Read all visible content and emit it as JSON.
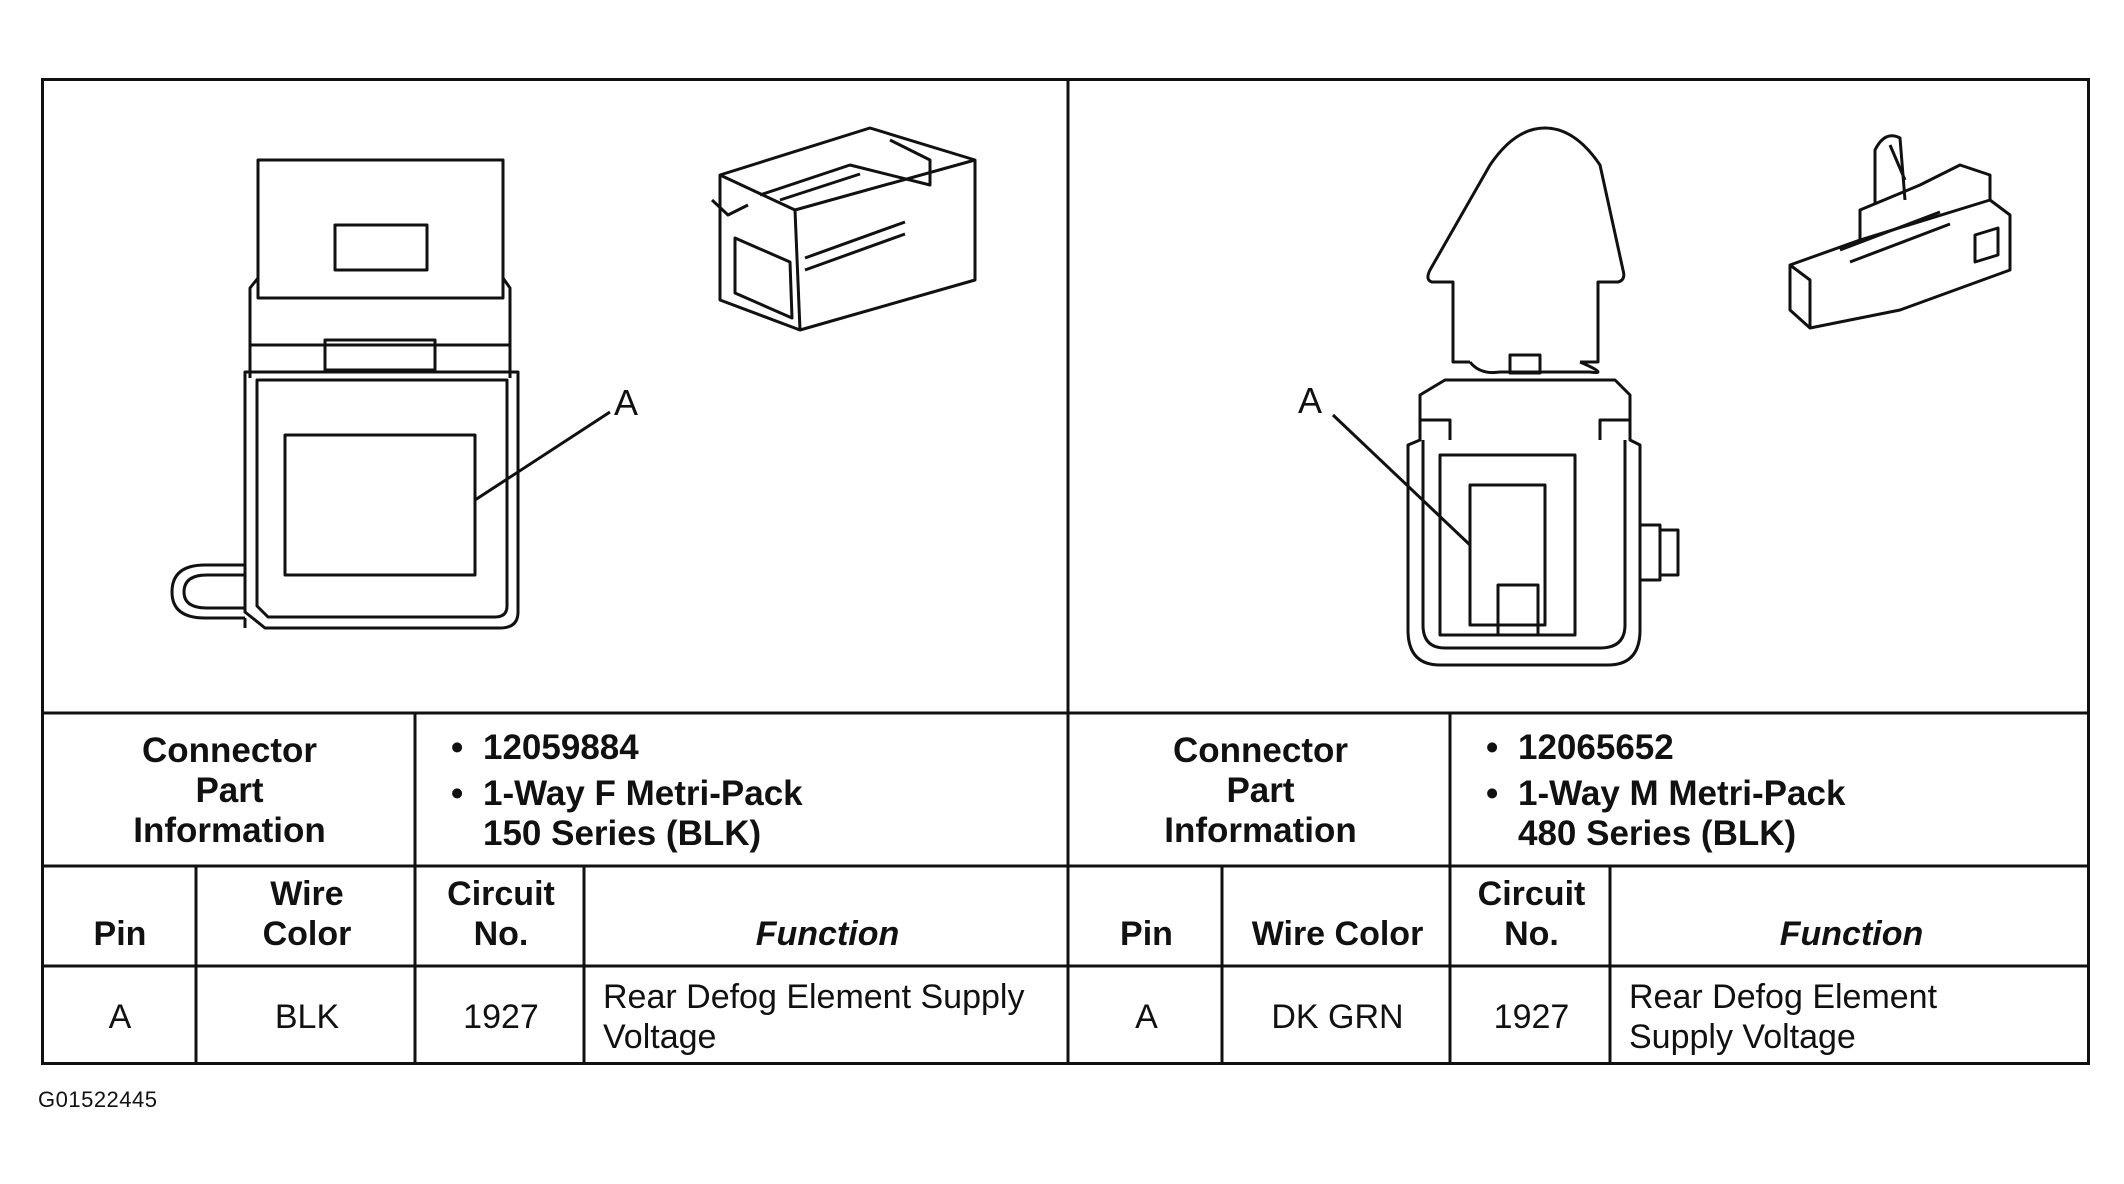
{
  "figure_id": "G01522445",
  "connectors": [
    {
      "callout": "A",
      "part_info_label": "Connector Part Information",
      "part_number": "12059884",
      "description": "1-Way F Metri-Pack 150 Series (BLK)",
      "columns": {
        "pin": "Pin",
        "wire_color": "Wire Color",
        "circuit": "Circuit No.",
        "function": "Function"
      },
      "rows": [
        {
          "pin": "A",
          "wire_color": "BLK",
          "circuit": "1927",
          "function": "Rear Defog Element Supply Voltage"
        }
      ]
    },
    {
      "callout": "A",
      "part_info_label": "Connector Part Information",
      "part_number": "12065652",
      "description": "1-Way M Metri-Pack 480 Series (BLK)",
      "columns": {
        "pin": "Pin",
        "wire_color": "Wire Color",
        "circuit": "Circuit No.",
        "function": "Function"
      },
      "rows": [
        {
          "pin": "A",
          "wire_color": "DK GRN",
          "circuit": "1927",
          "function": "Rear Defog Element Supply Voltage"
        }
      ]
    }
  ]
}
